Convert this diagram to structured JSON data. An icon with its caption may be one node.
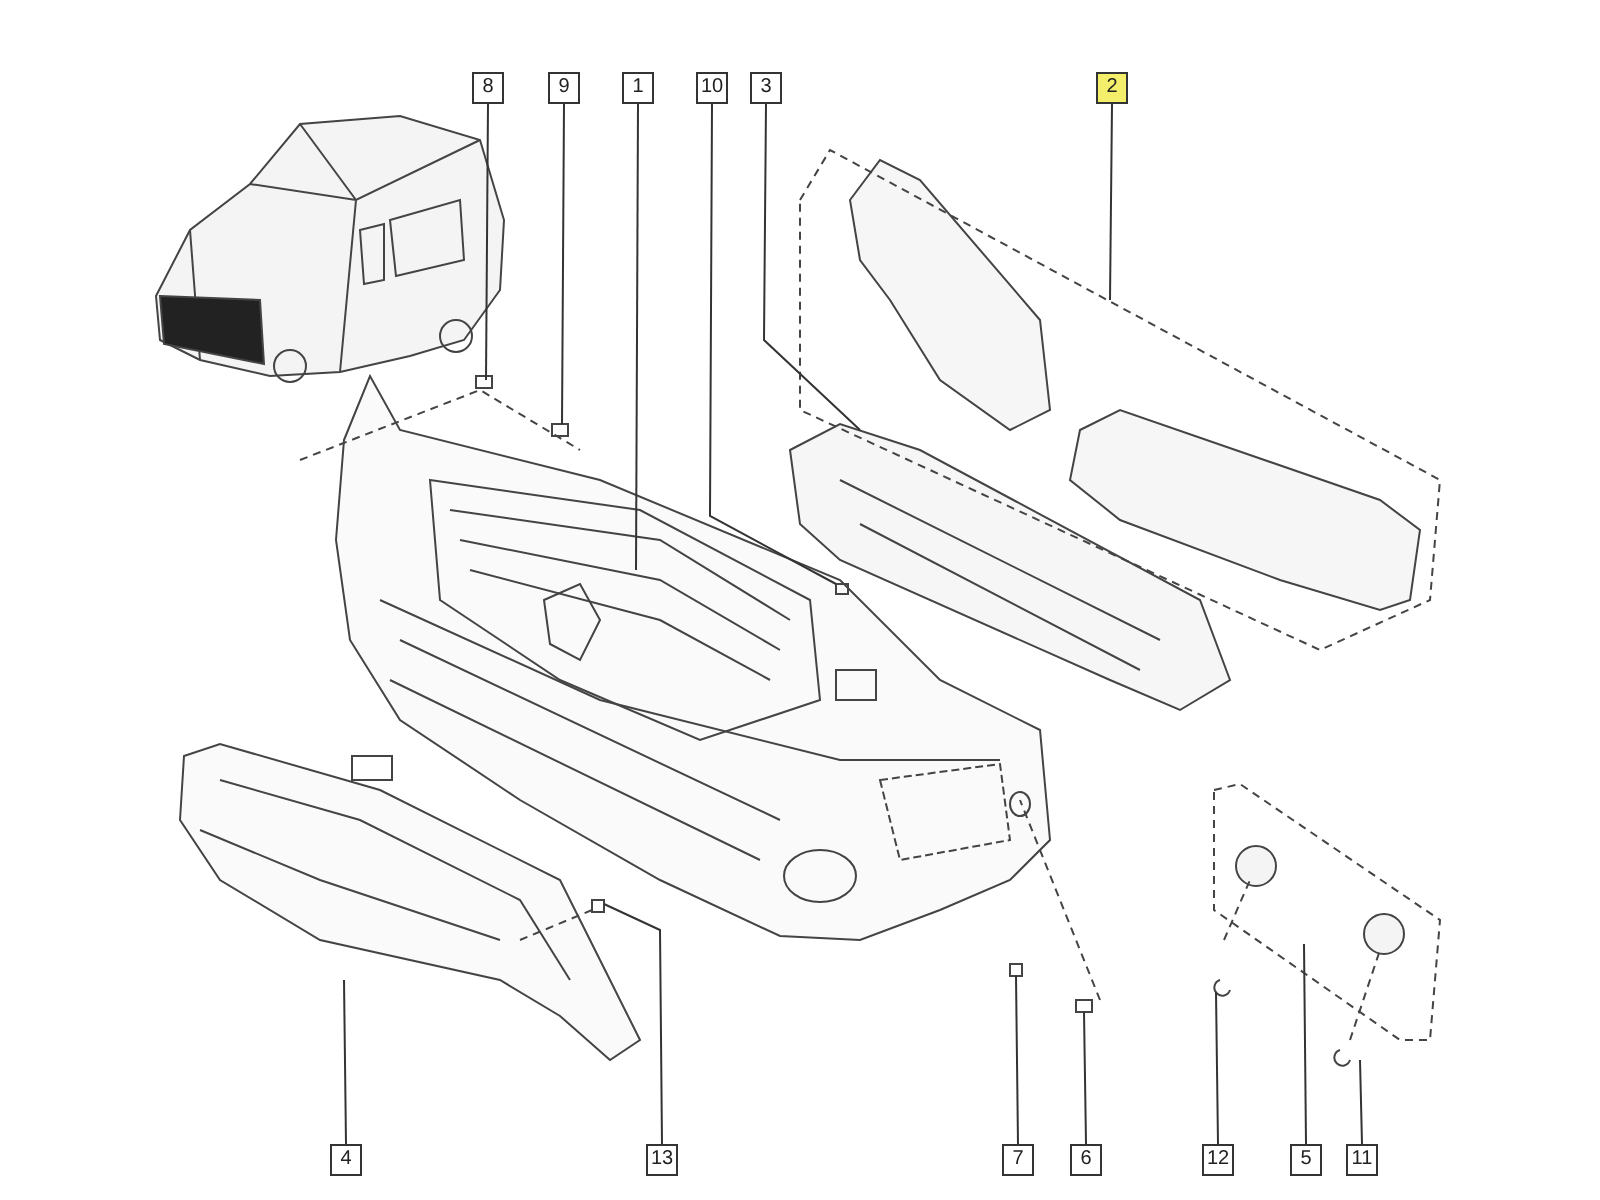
{
  "diagram": {
    "nodes": [
      {
        "text": [
          "8"
        ]
      },
      {
        "text": [
          "9"
        ]
      },
      {
        "text": [
          "1"
        ]
      },
      {
        "text": [
          "10"
        ]
      },
      {
        "text": [
          "3"
        ]
      },
      {
        "text": [
          "2"
        ]
      },
      {
        "text": [
          "4"
        ]
      },
      {
        "text": [
          "13"
        ]
      },
      {
        "text": [
          "7"
        ]
      },
      {
        "text": [
          "6"
        ]
      },
      {
        "text": [
          "12"
        ]
      },
      {
        "text": [
          "5"
        ]
      },
      {
        "text": [
          "11"
        ]
      }
    ],
    "edges": [
      {
        "from": 0,
        "to": null,
        "arrow": "none"
      },
      {
        "from": 1,
        "to": null,
        "arrow": "none"
      },
      {
        "from": 2,
        "to": null,
        "arrow": "none"
      },
      {
        "from": 3,
        "to": null,
        "arrow": "none"
      },
      {
        "from": 4,
        "to": null,
        "arrow": "none"
      },
      {
        "from": 5,
        "to": null,
        "arrow": "none"
      },
      {
        "from": 6,
        "to": null,
        "arrow": "none"
      },
      {
        "from": 7,
        "to": null,
        "arrow": "none"
      },
      {
        "from": 8,
        "to": null,
        "arrow": "none"
      },
      {
        "from": 9,
        "to": null,
        "arrow": "none"
      },
      {
        "from": 10,
        "to": null,
        "arrow": "none"
      },
      {
        "from": 11,
        "to": null,
        "arrow": "none"
      },
      {
        "from": 12,
        "to": null,
        "arrow": "none"
      }
    ]
  }
}
